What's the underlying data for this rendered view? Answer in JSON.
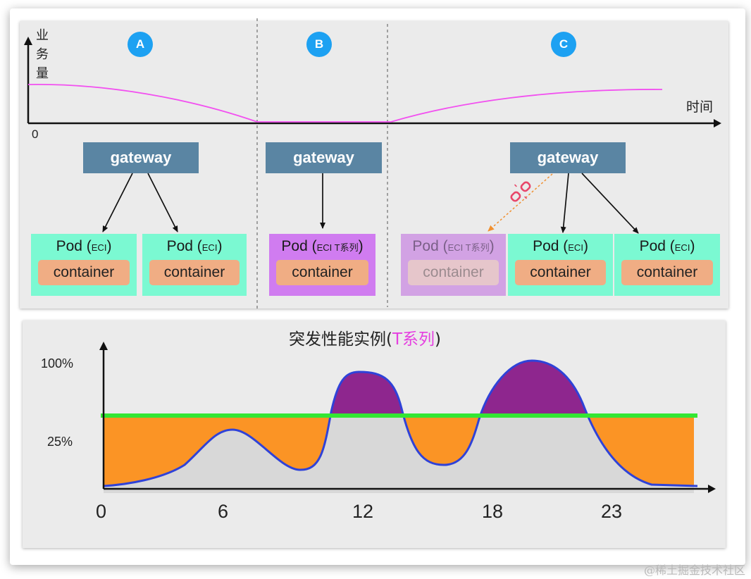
{
  "top": {
    "sections": [
      {
        "badge": "A"
      },
      {
        "badge": "B"
      },
      {
        "badge": "C"
      }
    ],
    "y_axis_label": [
      "业",
      "务",
      "量"
    ],
    "x_axis_label": "时间",
    "origin_label": "0",
    "gateway_label": "gateway",
    "pod_label": "Pod (",
    "pod_close": ")",
    "eci_tag": "ECI",
    "eci_t_tag": "ECI T系列",
    "container_label": "container",
    "pods": [
      {
        "group": "A",
        "type": "ECI"
      },
      {
        "group": "A",
        "type": "ECI"
      },
      {
        "group": "B",
        "type": "ECI T系列"
      },
      {
        "group": "C",
        "type": "ECI T系列",
        "state": "disconnected"
      },
      {
        "group": "C",
        "type": "ECI"
      },
      {
        "group": "C",
        "type": "ECI"
      }
    ],
    "colors": {
      "curve": "#f250f0",
      "gateway": "#5a85a3",
      "pod_eci": "#7bf9d2",
      "pod_t": "#d07cf0",
      "container": "#f0ad84",
      "badge": "#1da1f2",
      "disconnect_link": "#f09030"
    },
    "icons": {
      "disconnect": "broken-link-icon"
    }
  },
  "bottom": {
    "title_prefix": "突发性能实例(",
    "title_highlight": "T系列",
    "title_suffix": ")",
    "y_ticks": [
      "100%",
      "25%"
    ],
    "x_ticks": [
      "0",
      "6",
      "12",
      "18",
      "23"
    ],
    "colors": {
      "baseline": "#33e633",
      "credit_fill": "#fb9425",
      "burst_fill": "#8e268e",
      "usage_line": "#2f42d8",
      "usage_area": "#d8d8d8"
    }
  },
  "watermark": "@稀土掘金技术社区"
}
